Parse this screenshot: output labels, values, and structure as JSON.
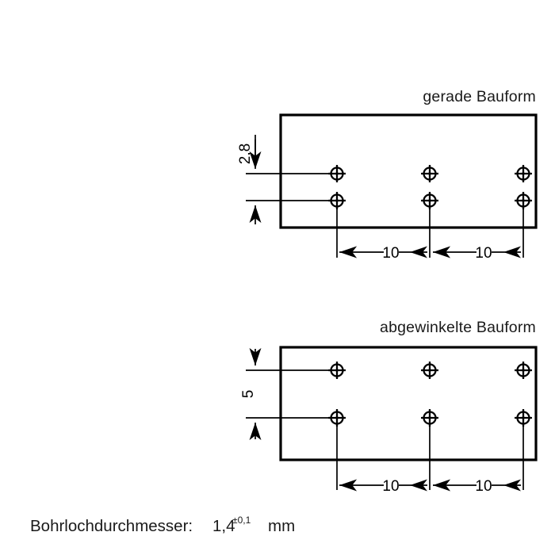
{
  "document": {
    "type": "technical-drawing",
    "language": "de",
    "background_color": "#ffffff",
    "line_color": "#000000"
  },
  "views": [
    {
      "id": "straight",
      "title": "gerade Bauform",
      "vertical_dimension": {
        "value": "2,8",
        "label_orientation": "vertical",
        "label_position": "outside-above"
      },
      "horizontal_dimensions": [
        {
          "value": "10"
        },
        {
          "value": "10"
        }
      ],
      "hole_rows": 2,
      "holes_per_row": 3
    },
    {
      "id": "angled",
      "title": "abgewinkelte Bauform",
      "vertical_dimension": {
        "value": "5",
        "label_orientation": "vertical",
        "label_position": "inside-between"
      },
      "horizontal_dimensions": [
        {
          "value": "10"
        },
        {
          "value": "10"
        }
      ],
      "hole_rows": 2,
      "holes_per_row": 3
    }
  ],
  "caption": {
    "label": "Bohrlochdurchmesser:",
    "value": "1,4",
    "tolerance": "±0,1",
    "unit": "mm",
    "full_text": "Bohrlochdurchmesser: 1,4±0,1 mm"
  }
}
